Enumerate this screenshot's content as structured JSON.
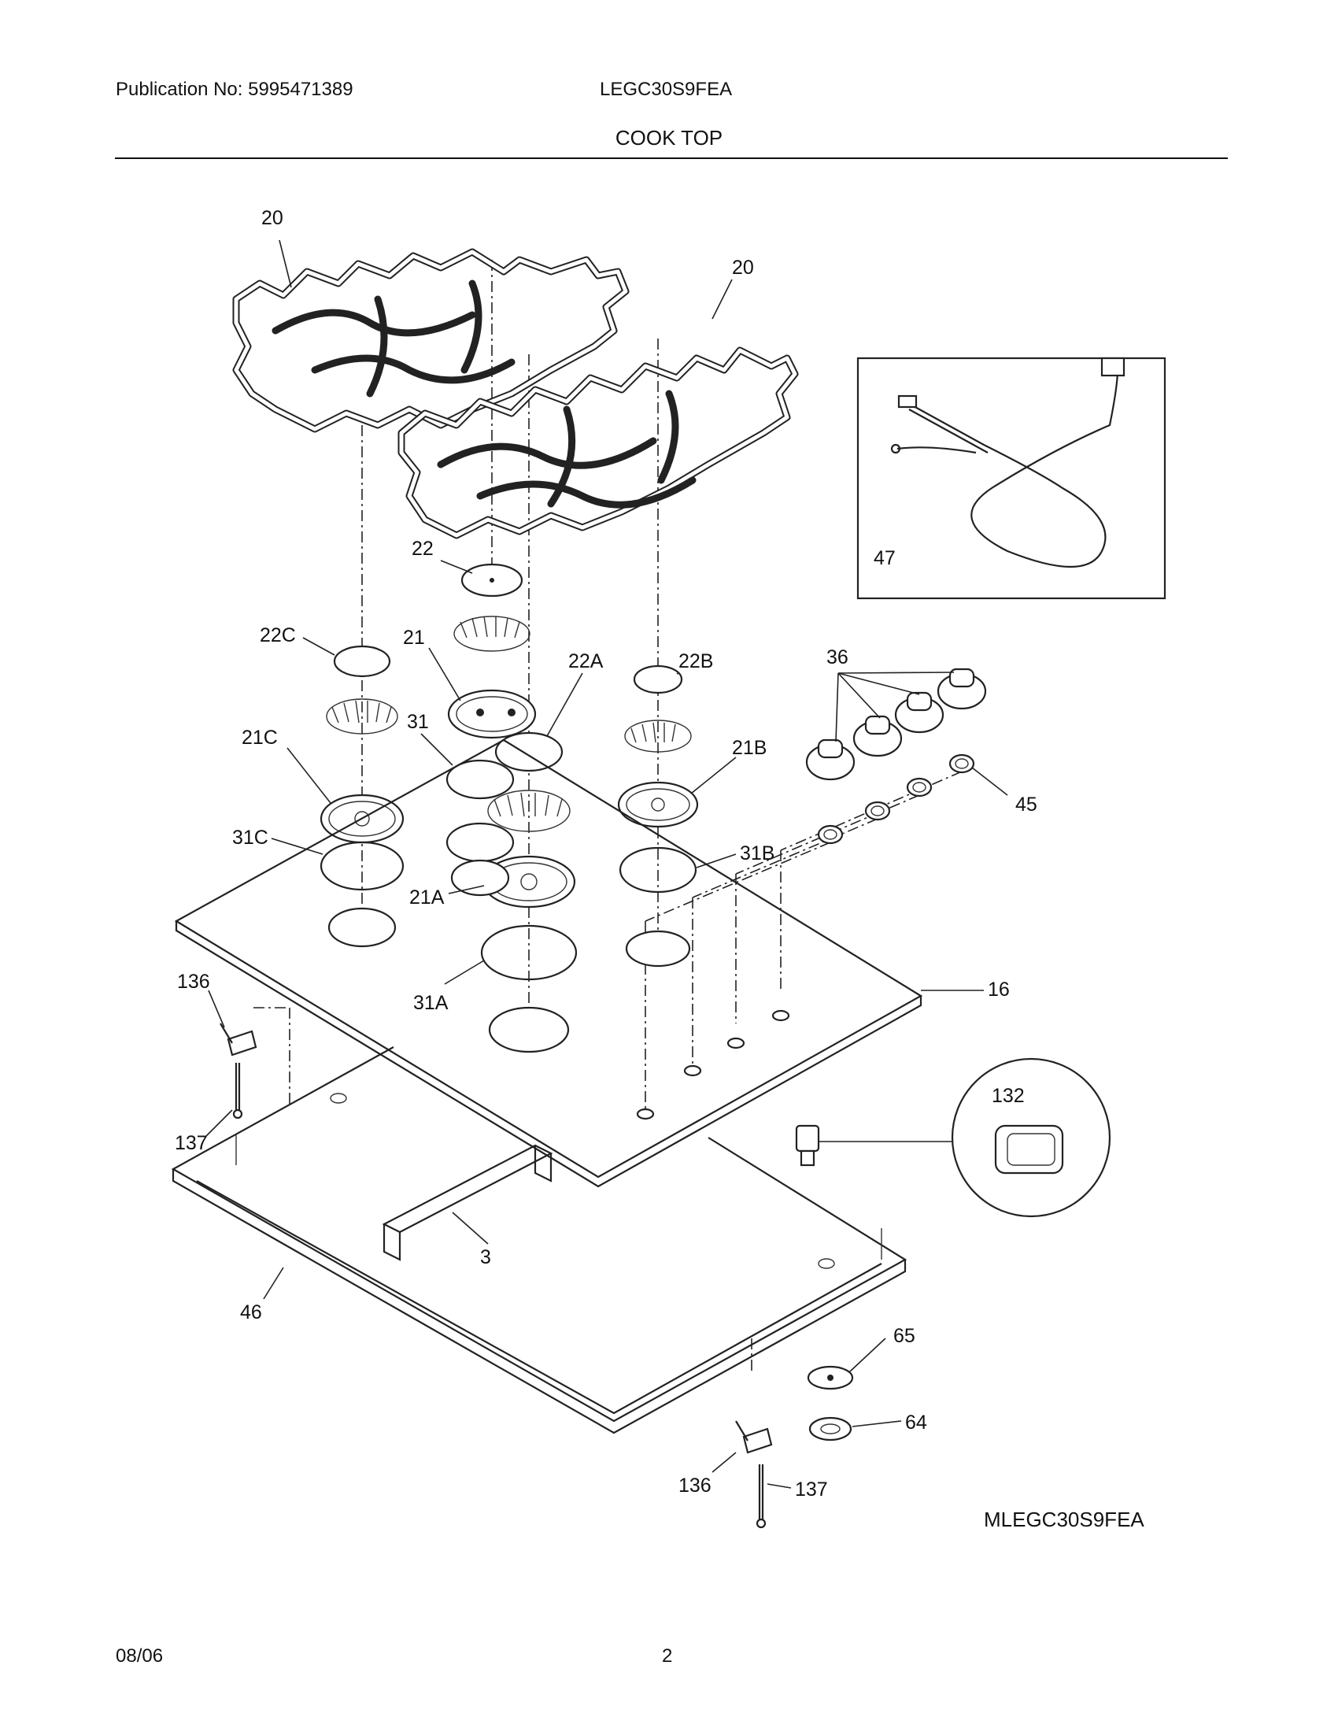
{
  "header": {
    "publication": "Publication No: 5995471389",
    "model": "LEGC30S9FEA",
    "section": "COOK TOP"
  },
  "footer": {
    "date": "08/06",
    "page": "2"
  },
  "drawing_id": "MLEGC30S9FEA",
  "callouts": {
    "grate_left": "20",
    "grate_right": "20",
    "cap_22": "22",
    "cap_22c": "22C",
    "head_21": "21",
    "cap_22a": "22A",
    "cap_22b": "22B",
    "knobs_36": "36",
    "cord_47": "47",
    "head_21c": "21C",
    "ring_31": "31",
    "head_21b": "21B",
    "bezel_45": "45",
    "ring_31c": "31C",
    "ring_31b": "31B",
    "head_21a": "21A",
    "cooktop_16": "16",
    "ring_31a": "31A",
    "clip_136_top": "136",
    "screw_137_top": "137",
    "detail_132": "132",
    "bracket_3": "3",
    "pan_46": "46",
    "part_65": "65",
    "part_64": "64",
    "clip_136_bottom": "136",
    "screw_137_bottom": "137"
  }
}
